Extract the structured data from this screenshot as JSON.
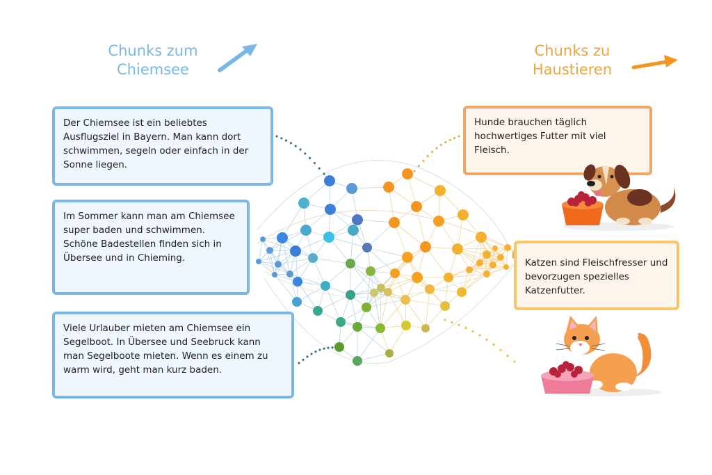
{
  "headings": {
    "left": "Chunks zum Chiemsee",
    "right": "Chunks zu Haustieren"
  },
  "colors": {
    "blue_accent": "#7ab8e4",
    "blue_border": "#7cb6e6",
    "orange_accent": "#f5951f",
    "orange_border": "#f0a76a",
    "yellow_border": "#f5c56a"
  },
  "chiemsee_chunks": [
    {
      "text": "Der Chiemsee ist ein beliebtes Ausflugsziel in Bayern. Man kann dort schwimmen, segeln oder einfach in der Sonne liegen."
    },
    {
      "text": "Im Sommer kann man am Chiemsee super baden und schwimmen. Schöne Badestellen finden sich in Übersee und in Chieming."
    },
    {
      "text": "Viele Urlauber mieten am Chiemsee ein Segelboot. In Übersee und Seebruck kann man Segelboote mieten. Wenn es einem zu warm wird, geht man kurz baden."
    }
  ],
  "pet_chunks": [
    {
      "text": "Hunde brauchen täglich hochwertiges Futter mit viel Fleisch.",
      "illustration": "dog-with-food-bowl"
    },
    {
      "text": "Katzen sind Fleischfresser und bevorzugen spezielles Katzenfutter.",
      "illustration": "cat-with-food-bowl"
    }
  ],
  "icons": {
    "left_arrow": "arrow-up-right-icon",
    "right_arrow": "arrow-right-icon"
  }
}
